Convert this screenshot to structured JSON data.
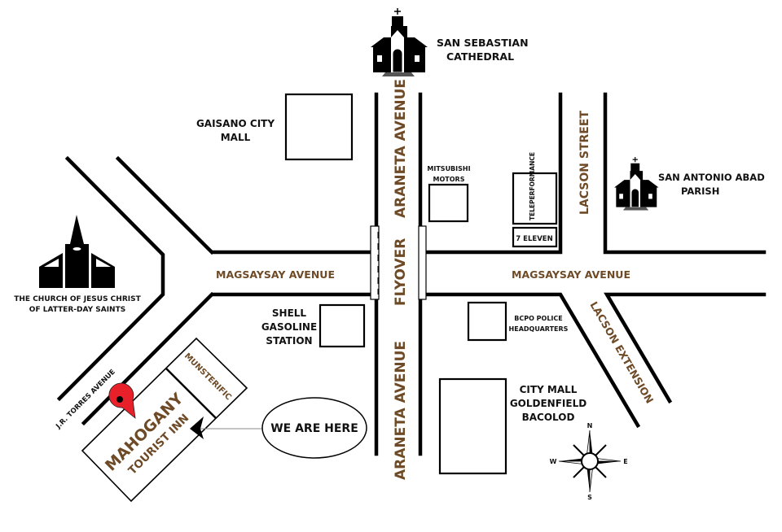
{
  "colors": {
    "street_label": "#6e4a26",
    "pin": "#e8202a",
    "road": "#000000"
  },
  "streets": {
    "araneta_north": "ARANETA AVENUE",
    "araneta_south": "ARANETA AVENUE",
    "flyover": "FLYOVER",
    "magsaysay_west": "MAGSAYSAY AVENUE",
    "magsaysay_east": "MAGSAYSAY AVENUE",
    "lacson_street": "LACSON STREET",
    "lacson_extension": "LACSON EXTENSION",
    "jr_torres": "J.R. TORRES AVENUE"
  },
  "landmarks": {
    "san_sebastian": [
      "SAN SEBASTIAN",
      "CATHEDRAL"
    ],
    "san_antonio": [
      "SAN ANTONIO ABAD",
      "PARISH"
    ],
    "lds_church": [
      "THE CHURCH OF JESUS CHRIST",
      "OF LATTER-DAY SAINTS"
    ],
    "gaisano": [
      "GAISANO CITY",
      "MALL"
    ],
    "mitsubishi": [
      "MITSUBISHI",
      "MOTORS"
    ],
    "teleperformance": "TELEPERFORMANCE",
    "seven_eleven": "7 ELEVEN",
    "shell": [
      "SHELL",
      "GASOLINE",
      "STATION"
    ],
    "bcpo": [
      "BCPO POLICE",
      "HEADQUARTERS"
    ],
    "city_mall": [
      "CITY MALL",
      "GOLDENFIELD",
      "BACOLOD"
    ],
    "munsterific": "MUNSTERIFIC",
    "mahogany": [
      "MAHOGANY",
      "TOURIST INN"
    ]
  },
  "callout": "WE ARE HERE",
  "compass": {
    "n": "N",
    "s": "S",
    "e": "E",
    "w": "W"
  },
  "icons": [
    "church-icon",
    "lds-temple-icon",
    "map-pin-icon",
    "compass-rose-icon",
    "arrow-icon"
  ]
}
